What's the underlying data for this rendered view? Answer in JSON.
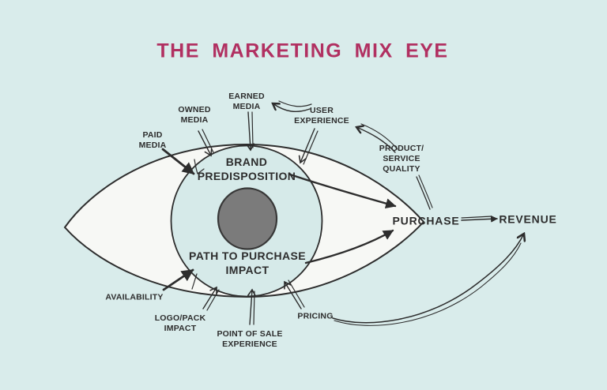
{
  "title": "THE MARKETING MIX EYE",
  "colors": {
    "background": "#d9eceb",
    "title_text": "#b13061",
    "ink": "#2d2d2d",
    "sclera": "#f7f8f5",
    "iris": "#d6eae9",
    "pupil": "#7b7b7b"
  },
  "diagram": {
    "labels": {
      "paid_media": "PAID\nMEDIA",
      "owned_media": "OWNED\nMEDIA",
      "earned_media": "EARNED\nMEDIA",
      "user_experience": "USER\nEXPERIENCE",
      "product_service_quality": "PRODUCT/\nSERVICE\nQUALITY",
      "brand_predisposition": "BRAND\nPREDISPOSITION",
      "path_to_purchase_impact": "PATH TO PURCHASE\nIMPACT",
      "purchase": "PURCHASE",
      "revenue": "REVENUE",
      "availability": "AVAILABILITY",
      "logo_pack_impact": "LOGO/PACK\nIMPACT",
      "point_of_sale_experience": "POINT OF SALE\nEXPERIENCE",
      "pricing": "PRICING"
    },
    "arrows": [
      {
        "from": "PAID MEDIA",
        "to": "BRAND PREDISPOSITION",
        "style": "solid-thick"
      },
      {
        "from": "OWNED MEDIA",
        "to": "BRAND PREDISPOSITION",
        "style": "double-line"
      },
      {
        "from": "EARNED MEDIA",
        "to": "BRAND PREDISPOSITION",
        "style": "double-line"
      },
      {
        "from": "USER EXPERIENCE",
        "to": "BRAND PREDISPOSITION",
        "style": "double-line"
      },
      {
        "from": "USER EXPERIENCE",
        "to": "EARNED MEDIA",
        "style": "double-line"
      },
      {
        "from": "PRODUCT/SERVICE QUALITY",
        "to": "USER EXPERIENCE",
        "style": "double-line"
      },
      {
        "from": "PRODUCT/SERVICE QUALITY",
        "to": "PURCHASE",
        "style": "double-line"
      },
      {
        "from": "BRAND PREDISPOSITION",
        "to": "PURCHASE",
        "style": "solid-thick"
      },
      {
        "from": "PATH TO PURCHASE IMPACT",
        "to": "PURCHASE",
        "style": "solid-thick"
      },
      {
        "from": "PURCHASE",
        "to": "REVENUE",
        "style": "double-line"
      },
      {
        "from": "PRICING",
        "to": "REVENUE",
        "style": "curved-double-line"
      },
      {
        "from": "AVAILABILITY",
        "to": "PATH TO PURCHASE IMPACT",
        "style": "solid-thick"
      },
      {
        "from": "LOGO/PACK IMPACT",
        "to": "PATH TO PURCHASE IMPACT",
        "style": "double-line"
      },
      {
        "from": "POINT OF SALE EXPERIENCE",
        "to": "PATH TO PURCHASE IMPACT",
        "style": "double-line"
      },
      {
        "from": "PRICING",
        "to": "PATH TO PURCHASE IMPACT",
        "style": "double-line"
      }
    ]
  }
}
